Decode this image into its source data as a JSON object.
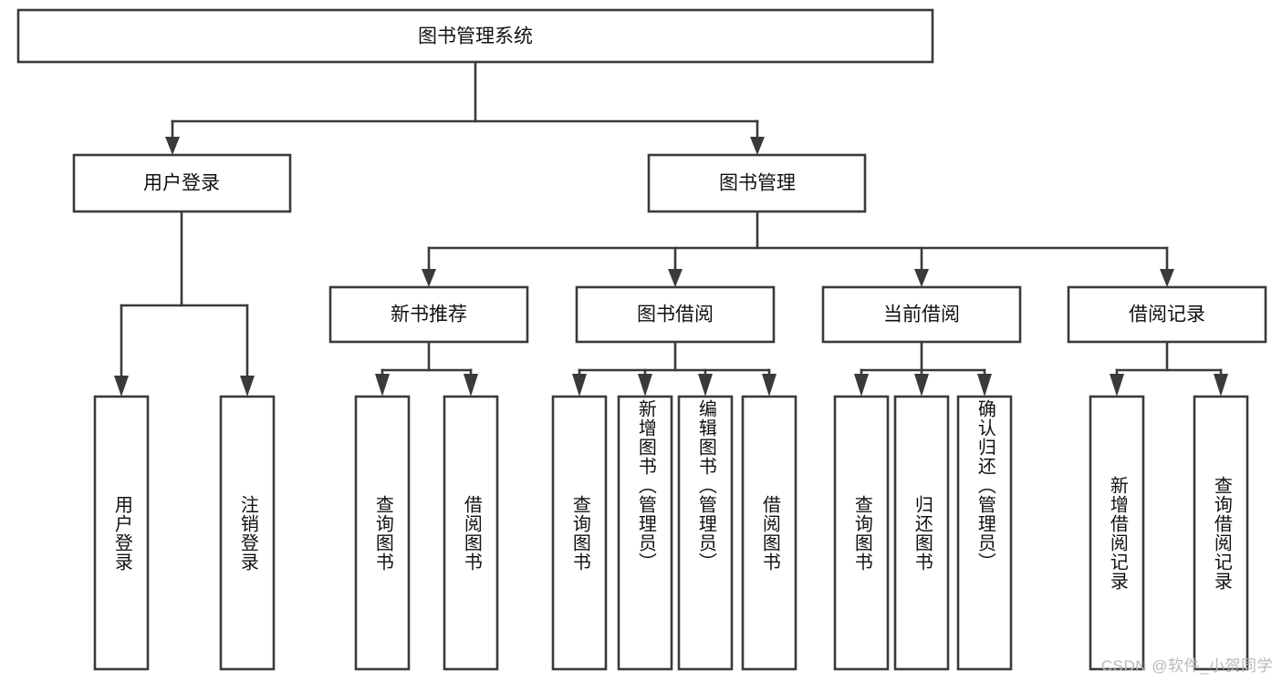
{
  "diagram": {
    "type": "hierarchy-tree",
    "orientation": "top-down",
    "root": {
      "id": "root",
      "label": "图书管理系统"
    },
    "level2": [
      {
        "id": "user-login",
        "label": "用户登录"
      },
      {
        "id": "book-management",
        "label": "图书管理"
      }
    ],
    "level3": [
      {
        "id": "new-book-recommend",
        "label": "新书推荐",
        "parent": "book-management"
      },
      {
        "id": "book-borrow",
        "label": "图书借阅",
        "parent": "book-management"
      },
      {
        "id": "current-borrow",
        "label": "当前借阅",
        "parent": "book-management"
      },
      {
        "id": "borrow-record",
        "label": "借阅记录",
        "parent": "book-management"
      }
    ],
    "leaves": {
      "user-login": [
        {
          "id": "leaf-user-login",
          "label": "用户登录"
        },
        {
          "id": "leaf-logout-login",
          "label": "注销登录"
        }
      ],
      "new-book-recommend": [
        {
          "id": "leaf-query-book-1",
          "label": "查询图书"
        },
        {
          "id": "leaf-borrow-book-1",
          "label": "借阅图书"
        }
      ],
      "book-borrow": [
        {
          "id": "leaf-query-book-2",
          "label": "查询图书"
        },
        {
          "id": "leaf-add-book",
          "label": "新增图书（管理员）"
        },
        {
          "id": "leaf-edit-book",
          "label": "编辑图书（管理员）"
        },
        {
          "id": "leaf-borrow-book-2",
          "label": "借阅图书"
        }
      ],
      "current-borrow": [
        {
          "id": "leaf-query-book-3",
          "label": "查询图书"
        },
        {
          "id": "leaf-return-book",
          "label": "归还图书"
        },
        {
          "id": "leaf-confirm-return",
          "label": "确认归还（管理员）"
        }
      ],
      "borrow-record": [
        {
          "id": "leaf-add-record",
          "label": "新增借阅记录"
        },
        {
          "id": "leaf-query-record",
          "label": "查询借阅记录"
        }
      ]
    }
  },
  "watermark": {
    "text": "CSDN @软件_小贺同学"
  },
  "colors": {
    "stroke": "#3a3a3a",
    "box_fill": "#ffffff",
    "text": "#111111",
    "watermark": "#b9b9b9",
    "background": "#ffffff"
  }
}
